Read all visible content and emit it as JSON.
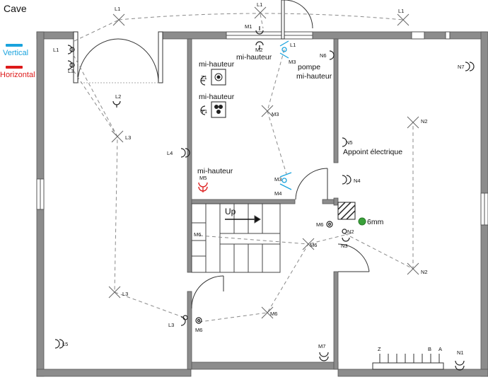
{
  "title": "Cave",
  "legend": {
    "items": [
      {
        "label": "Vertical",
        "color": "#1aa3dd"
      },
      {
        "label": "Horizontal",
        "color": "#dd1a1a"
      }
    ]
  },
  "colors": {
    "wall": "#8c8c8c",
    "wire": "#7a7a7a",
    "vertical": "#1aa3dd",
    "horizontal": "#dd1a1a",
    "accent": "#3aa13a"
  },
  "labels": {
    "mi_hauteur_1": "mi-hauteur",
    "mi_hauteur_2": "mi-hauteur",
    "mi_hauteur_3": "mi-hauteur",
    "pompe": "pompe",
    "pompe_mi_hauteur": "mi-hauteur",
    "appoint": "Appoint électrique",
    "up": "Up",
    "hole": "6mm"
  },
  "tags": {
    "L1_top_left": "L1",
    "L1_top_mid": "L1",
    "L1_top_right": "L1",
    "L1_switch": "L1",
    "L3_switch_top": "L3",
    "L2": "L2",
    "L3_mid": "L3",
    "L4": "L4",
    "L3_low": "L3",
    "L3_door": "L3",
    "L5": "L5",
    "M1": "M1",
    "M2": "M2",
    "L1_m3": "L1",
    "M3_top": "M3",
    "M3_mid": "M3",
    "M3_low": "M3",
    "M4": "M4",
    "M5": "M5",
    "M6_stair": "M6",
    "M6_right": "M6",
    "M6_corr": "M6",
    "M6_low": "M6",
    "M6_lower": "M6",
    "M7": "M7",
    "N6": "N6",
    "N7": "N7",
    "N5": "N5",
    "N4": "N4",
    "N2_top": "N2",
    "N2_low": "N2",
    "N2_outlet": "N2",
    "N3": "N3",
    "N1": "N1",
    "Z1": "Z1",
    "Y1": "Y1"
  },
  "panel": {
    "left": "Z",
    "b": "B",
    "a": "A"
  }
}
